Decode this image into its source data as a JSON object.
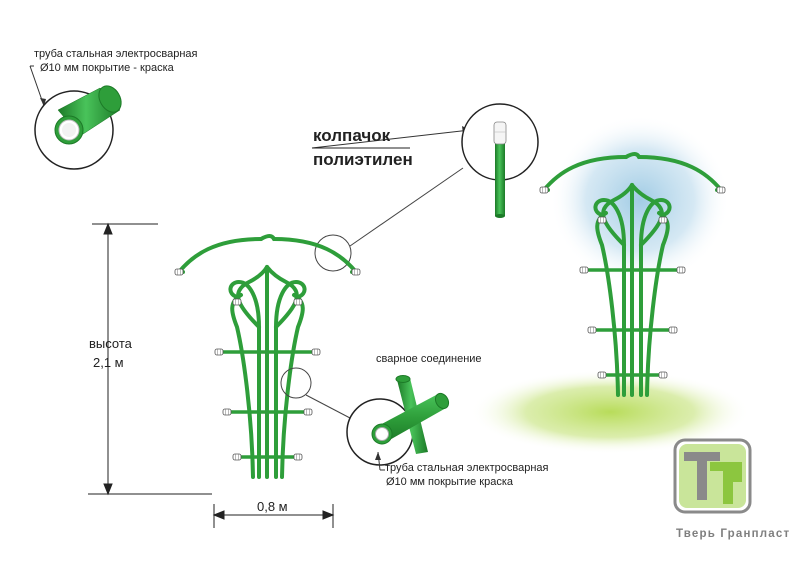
{
  "colors": {
    "pipe_green": "#2e9e3a",
    "pipe_dark": "#1c7a27",
    "cap_white": "#e8e8e8",
    "sky_blue": "#9cc9e3",
    "grass_green": "#b8dc5a",
    "logo_light": "#c9e59a",
    "logo_mid": "#8cc63f",
    "logo_gray": "#8a8a8a"
  },
  "labels": {
    "pipe_top_line1": "труба стальная электросварная",
    "pipe_top_line2": "Ø10 мм покрытие - краска",
    "cap_line1": "колпачок",
    "cap_line2": "полиэтилен",
    "height_label": "высота",
    "height_value": "2,1 м",
    "width_value": "0,8 м",
    "weld_label": "сварное соединение",
    "pipe_bottom_line1": "труба стальная электросварная",
    "pipe_bottom_line2": "Ø10 мм покрытие краска",
    "brand": "Тверь Гранпласт"
  },
  "icons": [
    "pipe-cross-section-icon",
    "cap-detail-icon",
    "weld-joint-icon",
    "company-logo-icon"
  ]
}
